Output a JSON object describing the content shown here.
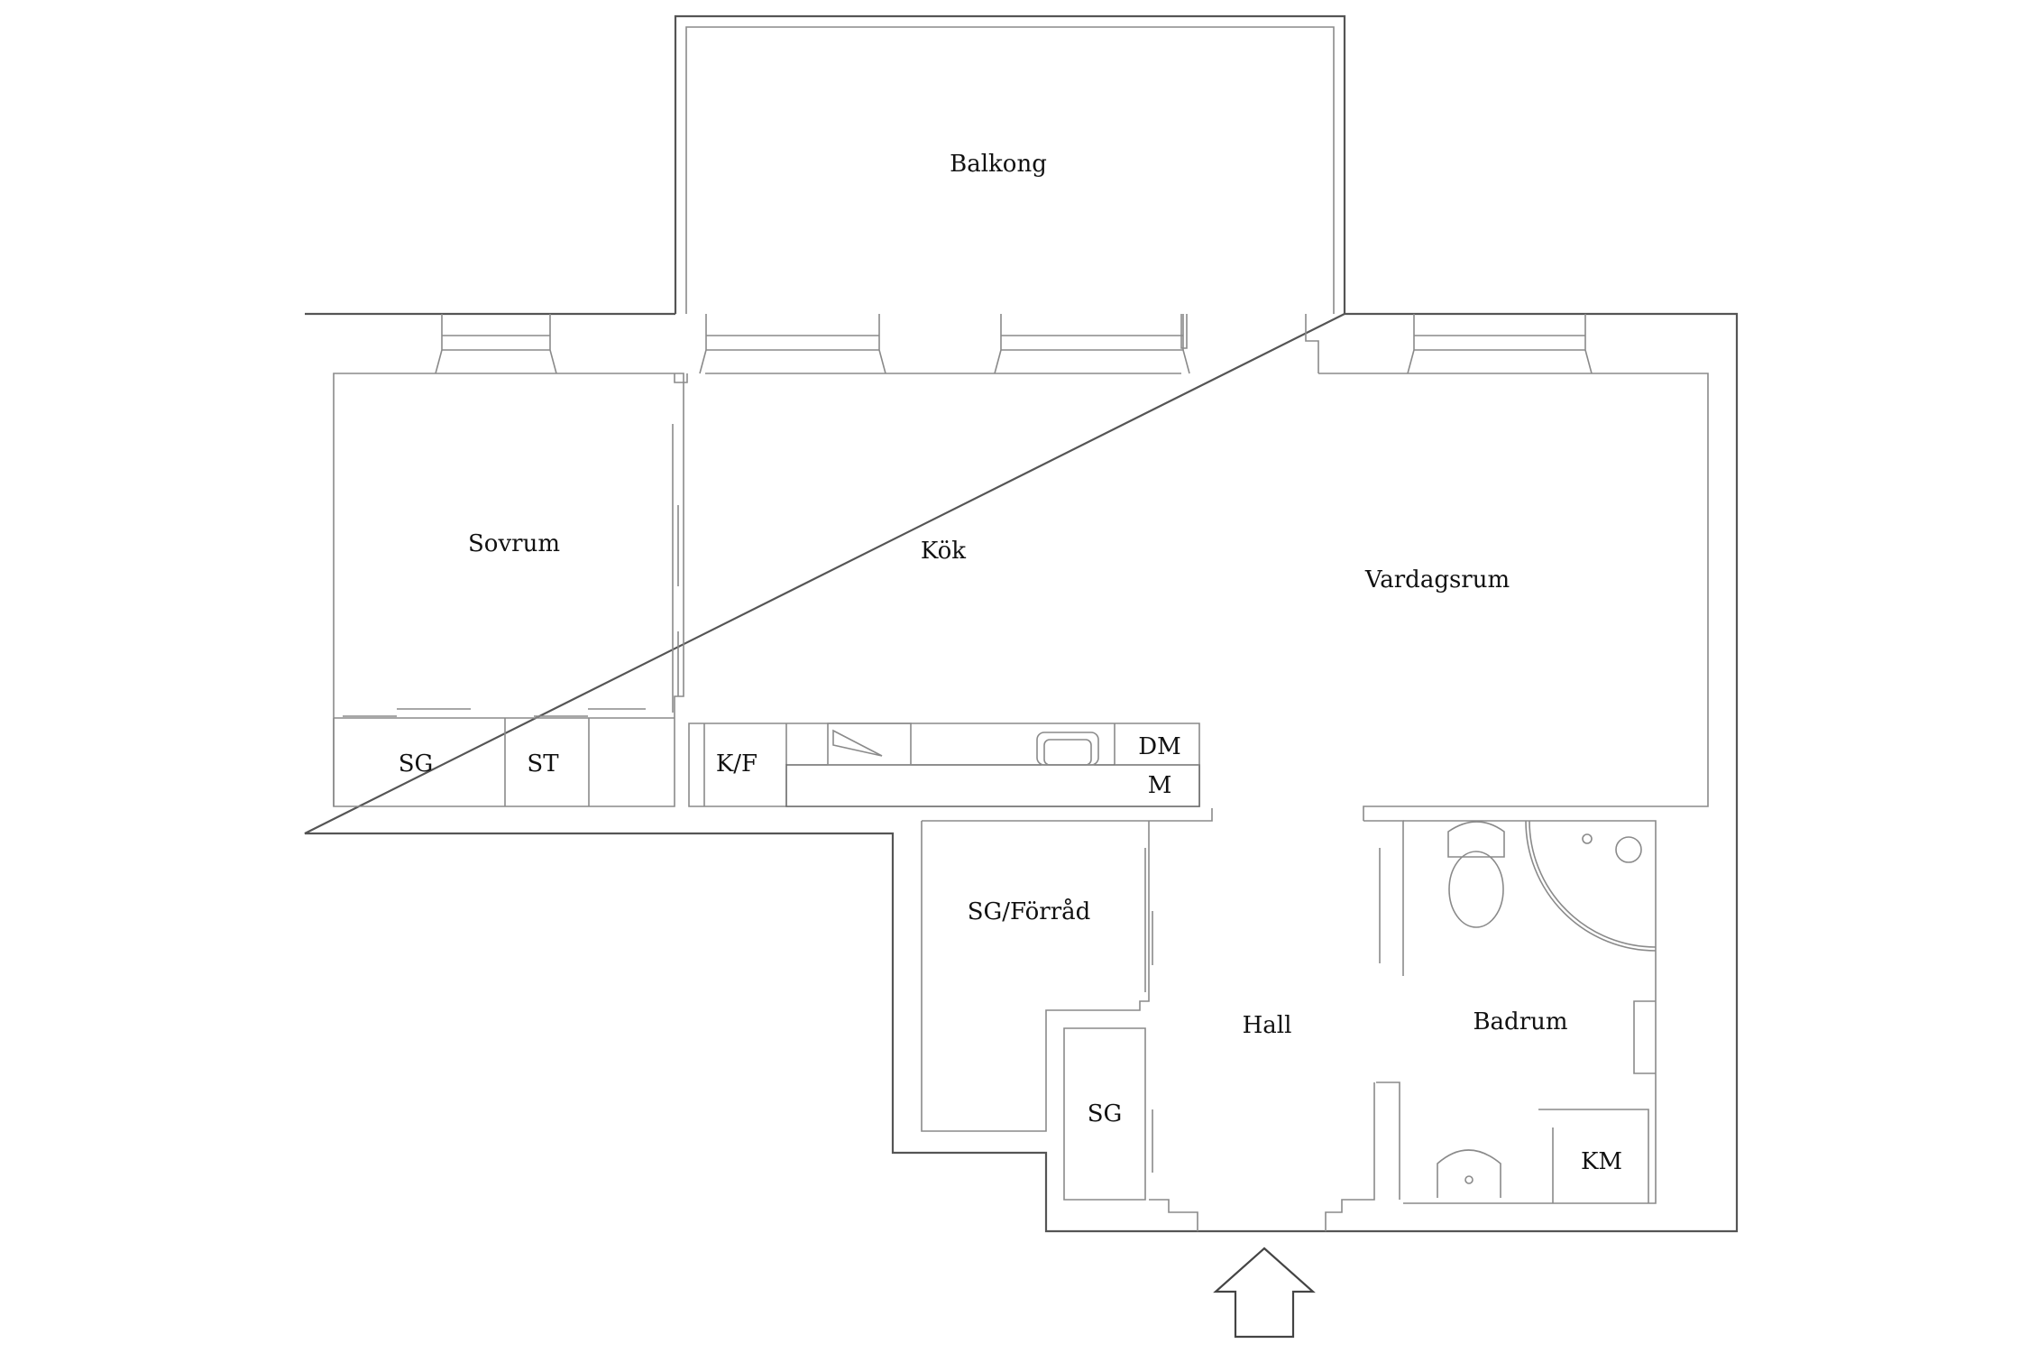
{
  "rooms": {
    "balkong": "Balkong",
    "sovrum": "Sovrum",
    "kok": "Kök",
    "vardagsrum": "Vardagsrum",
    "sg_sovrum": "SG",
    "st": "ST",
    "kf": "K/F",
    "dm": "DM",
    "m": "M",
    "sg_forrad": "SG/Förråd",
    "hall": "Hall",
    "badrum": "Badrum",
    "sg_hall": "SG",
    "km": "KM"
  },
  "colors": {
    "wall": "#555555",
    "fixture": "#8a8a8a",
    "text": "#111111"
  },
  "icons": {
    "entrance": "entrance-arrow-icon",
    "toilet": "toilet-icon",
    "sink": "sink-icon",
    "shower": "shower-icon",
    "stove": "stove-icon"
  }
}
